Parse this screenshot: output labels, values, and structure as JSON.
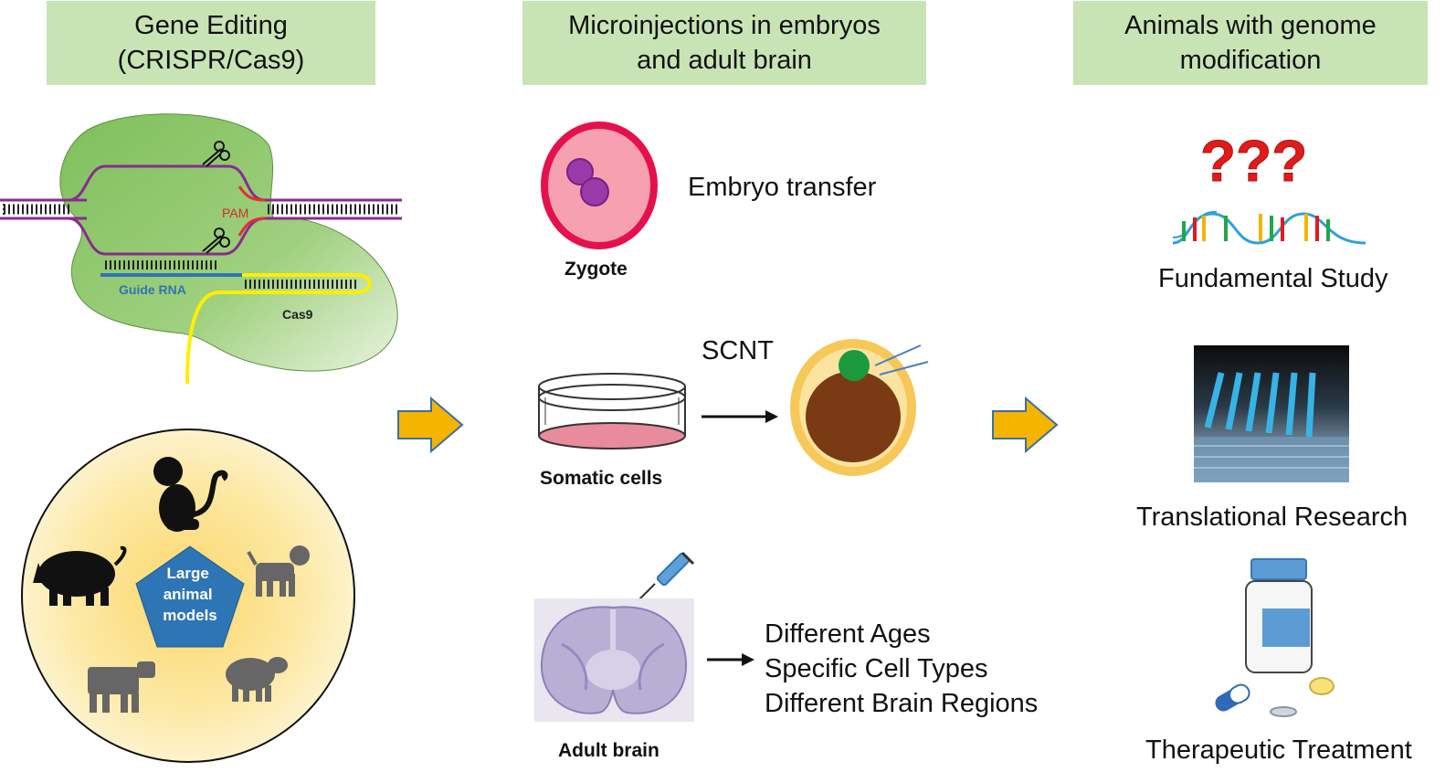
{
  "headers": {
    "gene_editing": [
      "Gene Editing",
      "(CRISPR/Cas9)"
    ],
    "microinjections": [
      "Microinjections in embryos",
      "and adult brain"
    ],
    "animals": [
      "Animals with genome",
      "modification"
    ]
  },
  "crispr": {
    "pam": "PAM",
    "guide_rna": "Guide RNA",
    "cas9": "Cas9"
  },
  "large_animal": [
    "Large",
    "animal",
    "models"
  ],
  "middle": {
    "zygote": "Zygote",
    "embryo_transfer": "Embryo transfer",
    "scnt": "SCNT",
    "somatic_cells": "Somatic cells",
    "adult_brain": "Adult brain",
    "brain_outcomes": [
      "Different Ages",
      "Specific Cell Types",
      "Different Brain Regions"
    ]
  },
  "applications": {
    "fundamental": "Fundamental Study",
    "translational": "Translational Research",
    "therapeutic": "Therapeutic Treatment"
  },
  "colors": {
    "header_bg": "#c8e4b4",
    "cas9_green": "#8cc46c",
    "dna_purple": "#8a2b8e",
    "guide_blue": "#2e75b6",
    "arrow_orange": "#f5b400",
    "pentagon_blue": "#2e75b6",
    "circle_yellow": "#fde9a6"
  }
}
